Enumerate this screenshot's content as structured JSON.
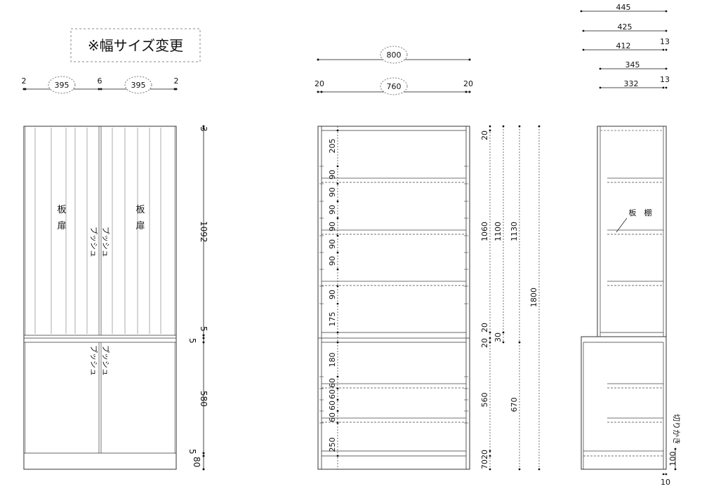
{
  "note_box": {
    "text": "※幅サイズ変更"
  },
  "front_view": {
    "top_dims": [
      "2",
      "395",
      "6",
      "395",
      "2"
    ],
    "upper_labels": {
      "left_a": "板",
      "left_b": "扉",
      "right_a": "板",
      "right_b": "扉",
      "push_left": "プッシュ",
      "push_right": "プッシュ"
    },
    "lower_labels": {
      "push_left": "プッシュ",
      "push_right": "プッシュ"
    },
    "right_dims": [
      "3",
      "1092",
      "5",
      "5",
      "580",
      "5",
      "80"
    ]
  },
  "section_view": {
    "top_dims": [
      "800",
      "20",
      "760",
      "20"
    ],
    "upper_shelf_dims": [
      "205",
      "90",
      "90",
      "90",
      "90",
      "90",
      "90",
      "90",
      "175"
    ],
    "lower_shelf_dims": [
      "180",
      "60",
      "60",
      "60",
      "60",
      "250"
    ],
    "right_dims_a": [
      "20",
      "1060",
      "20",
      "20",
      "560",
      "20",
      "70"
    ],
    "right_dims_b": [
      "1100",
      "30"
    ],
    "right_dims_c": [
      "1130",
      "670"
    ],
    "right_dims_d": [
      "1800"
    ]
  },
  "side_view": {
    "top_dims": [
      "445",
      "425",
      "412",
      "13",
      "345",
      "332",
      "13"
    ],
    "shelf_label": "板　棚",
    "notch_label": "切りかき",
    "bottom_dims": [
      "100",
      "10"
    ]
  }
}
